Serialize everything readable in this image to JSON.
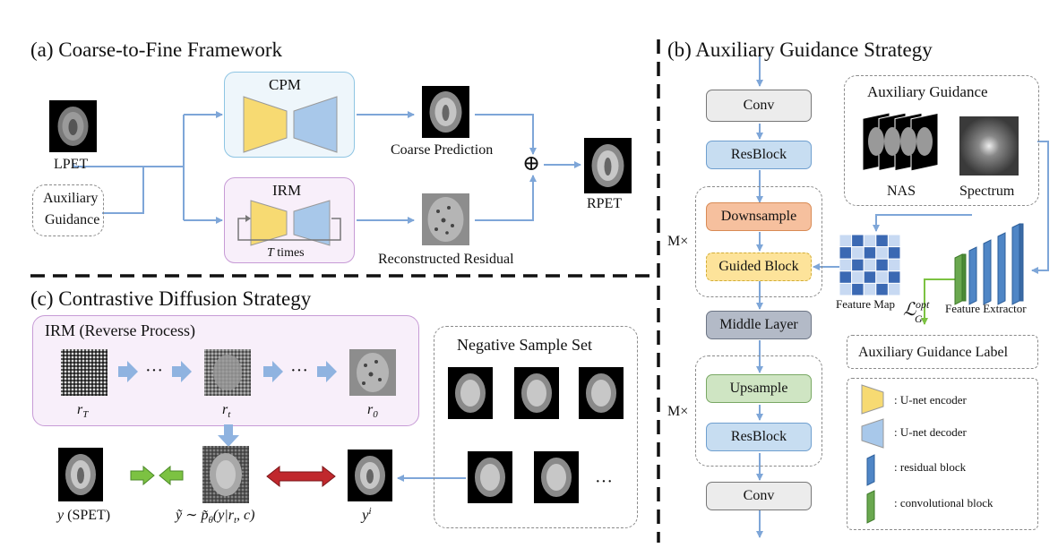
{
  "panel_a": {
    "title": "(a) Coarse-to-Fine Framework",
    "lpet": "LPET",
    "aux_line1": "Auxiliary",
    "aux_line2": "Guidance",
    "cpm": "CPM",
    "irm": "IRM",
    "t_italic": "T",
    "times": " times",
    "coarse_prediction": "Coarse Prediction",
    "reconstructed_residual": "Reconstructed Residual",
    "rpet": "RPET",
    "plus": "⊕"
  },
  "panel_b": {
    "title": "(b) Auxiliary Guidance Strategy",
    "conv_top": "Conv",
    "resblock_top": "ResBlock",
    "downsample": "Downsample",
    "guided_block": "Guided Block",
    "middle_layer": "Middle Layer",
    "upsample": "Upsample",
    "resblock_bottom": "ResBlock",
    "conv_bottom": "Conv",
    "mx_top": "M×",
    "mx_bottom": "M×",
    "aux_guidance": "Auxiliary Guidance",
    "nas": "NAS",
    "spectrum": "Spectrum",
    "feature_map": "Feature Map",
    "feature_extractor": "Feature Extractor",
    "loss_main": "ℒ",
    "loss_sub": "G",
    "loss_sup": "opt",
    "aux_guidance_label": "Auxiliary Guidance Label",
    "legend": [
      {
        "label": ": U-net encoder"
      },
      {
        "label": ": U-net decoder"
      },
      {
        "label": ": residual block"
      },
      {
        "label": ": convolutional block"
      }
    ]
  },
  "panel_c": {
    "title": "(c) Contrastive Diffusion Strategy",
    "irm_reverse": "IRM (Reverse Process)",
    "negative_set": "Negative Sample Set",
    "r_T_main": "r",
    "r_T_sub": "T",
    "r_t_main": "r",
    "r_t_sub": "t",
    "r_0_main": "r",
    "r_0_sub": "0",
    "ellipsis1": "···",
    "ellipsis2": "···",
    "ellipsis3": "···",
    "y_label": "y",
    "y_spet": " (SPET)",
    "ytilde_label": "ỹ ∼ p̃",
    "ytilde_theta": "θ",
    "ytilde_args_1": "(y|r",
    "ytilde_args_t": "t",
    "ytilde_args_2": ", c)",
    "yi_main": "y",
    "yi_sup": "i"
  },
  "colors": {
    "arrow": "#7ea6d8",
    "encoder": "#f7da72",
    "decoder": "#a8c8ea",
    "cpm_bg": "#eef6fb",
    "cpm_border": "#8ec5e3",
    "irm_bg": "#f8effa",
    "irm_border": "#c79bd6",
    "conv": "#ececec",
    "resblock": "#c7ddf1",
    "downsample": "#f6c09e",
    "guided": "#fde39a",
    "middle": "#b3bac7",
    "upsample": "#cfe5c3",
    "residual_block": "#4f86c6",
    "conv_block": "#6aa84f",
    "green_arrow": "#7cc242",
    "red_arrow": "#c0282d"
  }
}
